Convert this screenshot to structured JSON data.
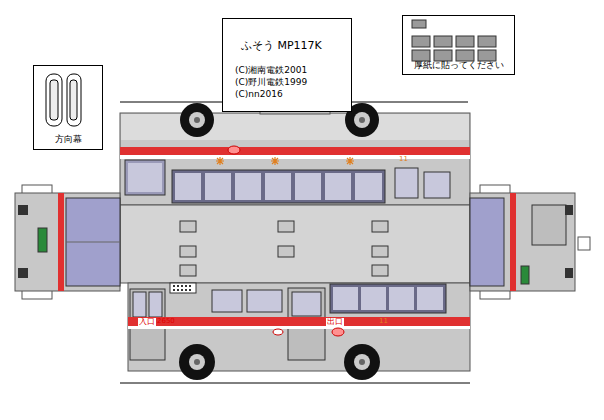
{
  "diagram": {
    "nodes": [
      {
        "text": [
          "ふそう MP117K",
          "(C)湘南電鉄2001",
          "(C)野川電鉄1999",
          "(C)nn2016"
        ]
      },
      {
        "text": [
          "方向幕"
        ]
      },
      {
        "text": [
          "厚紙に貼ってください"
        ]
      }
    ],
    "labels": [
      "入口",
      "2650",
      "出口",
      "11",
      "11"
    ]
  }
}
